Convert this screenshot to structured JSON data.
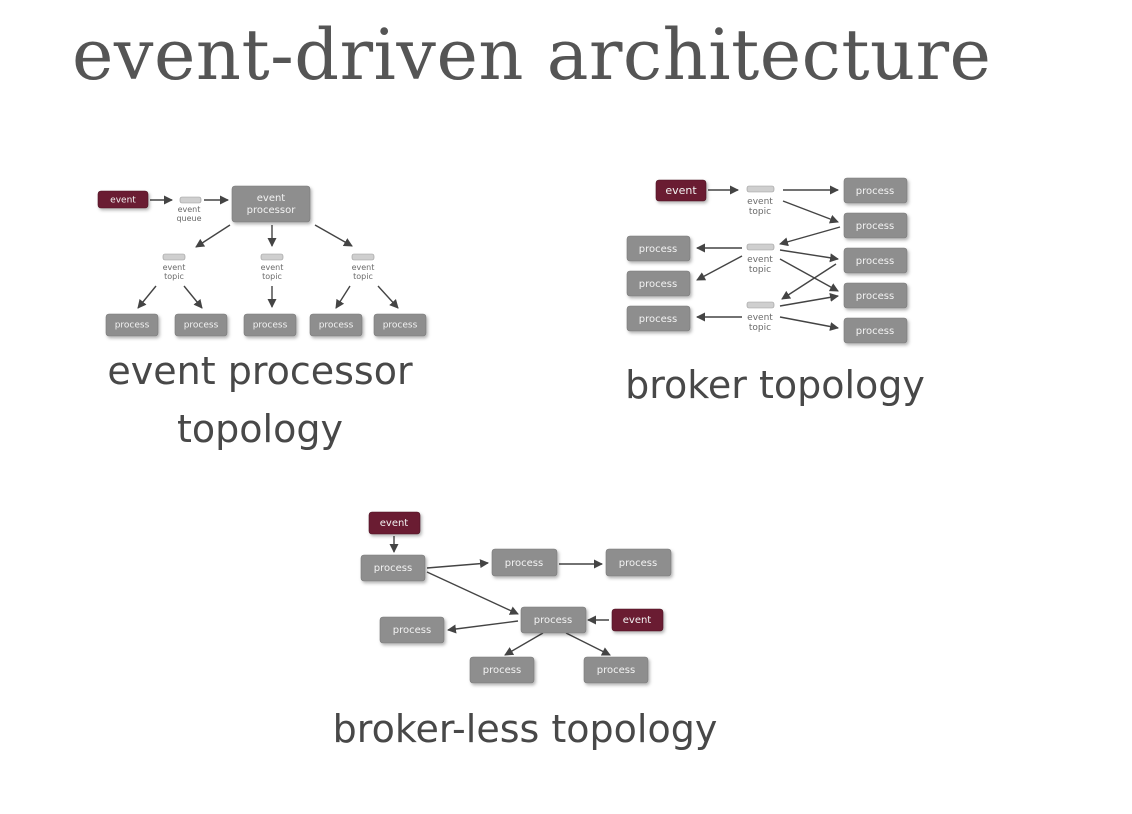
{
  "title": "event-driven architecture",
  "colors": {
    "event": "#6b1e33",
    "process": "#8e8e8e",
    "arrow": "#444444"
  },
  "captions": {
    "event_processor_line1": "event processor",
    "event_processor_line2": "topology",
    "broker": "broker topology",
    "brokerless": "broker-less topology"
  },
  "diagram1": {
    "event": "event",
    "queue_label1": "event",
    "queue_label2": "queue",
    "processor_line1": "event",
    "processor_line2": "processor",
    "topic_label1": "event",
    "topic_label2": "topic",
    "process": "process"
  },
  "diagram2": {
    "event": "event",
    "topic_label1": "event",
    "topic_label2": "topic",
    "process": "process"
  },
  "diagram3": {
    "event": "event",
    "process": "process"
  }
}
